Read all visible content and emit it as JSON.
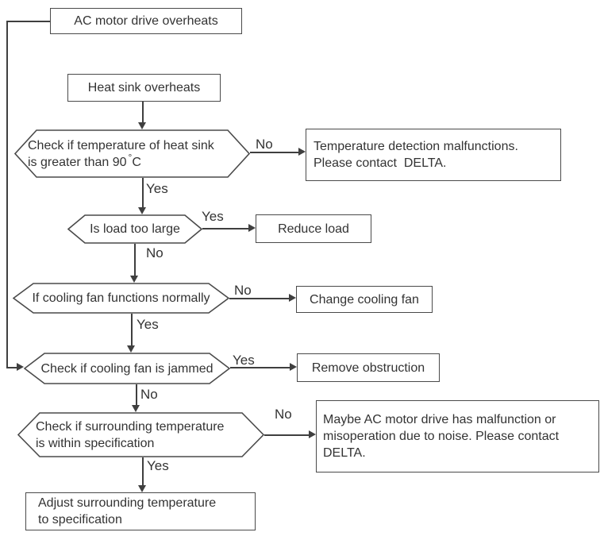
{
  "nodes": {
    "start": {
      "text": "AC motor drive overheats"
    },
    "heat_sink": {
      "text": "Heat sink overheats"
    },
    "check_temp": {
      "line1": "Check if temperature of heat sink",
      "line2_pre": "is greater than 90",
      "line2_deg": "°",
      "line2_post": "C"
    },
    "temp_malfunction": {
      "line1": "Temperature detection malfunctions.",
      "line2": "Please contact  DELTA."
    },
    "is_load": {
      "text": "Is load too large"
    },
    "reduce_load": {
      "text": "Reduce load"
    },
    "fan_normal": {
      "text": "If cooling fan functions normally"
    },
    "change_fan": {
      "text": "Change cooling fan"
    },
    "fan_jammed": {
      "text": "Check if cooling fan is jammed"
    },
    "remove_obstruction": {
      "text": "Remove obstruction"
    },
    "surrounding": {
      "line1": "Check if surrounding temperature",
      "line2": "is within specification"
    },
    "maybe_noise": {
      "line1": "Maybe AC motor drive has malfunction or",
      "line2": "misoperation due to noise. Please contact",
      "line3": "DELTA."
    },
    "adjust": {
      "line1": "Adjust surrounding temperature",
      "line2": "to specification"
    }
  },
  "edge_labels": {
    "check_temp_no": "No",
    "check_temp_yes": "Yes",
    "is_load_yes": "Yes",
    "is_load_no": "No",
    "fan_normal_no": "No",
    "fan_normal_yes": "Yes",
    "fan_jammed_yes": "Yes",
    "fan_jammed_no": "No",
    "surrounding_no": "No",
    "surrounding_yes": "Yes"
  },
  "colors": {
    "border": "#4a4a4a",
    "line": "#3f3f3f",
    "text": "#333333",
    "background": "#ffffff"
  }
}
